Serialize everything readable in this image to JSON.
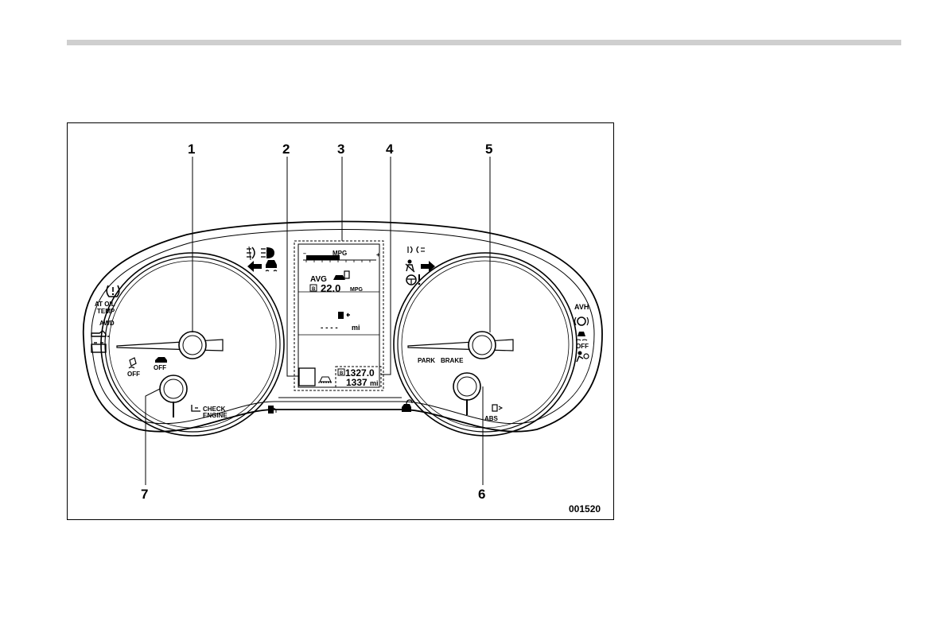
{
  "callouts": [
    {
      "id": "1",
      "label": "1"
    },
    {
      "id": "2",
      "label": "2"
    },
    {
      "id": "3",
      "label": "3"
    },
    {
      "id": "4",
      "label": "4"
    },
    {
      "id": "5",
      "label": "5"
    },
    {
      "id": "6",
      "label": "6"
    },
    {
      "id": "7",
      "label": "7"
    }
  ],
  "figure_code": "001520",
  "left_gauge": {
    "warning_labels": {
      "at_oil_temp_line1": "AT OIL",
      "at_oil_temp_line2": "TEMP",
      "awd": "AWD",
      "off_small": "OFF",
      "off_eyesight": "OFF",
      "check_engine_line1": "CHECK",
      "check_engine_line2": "ENGINE"
    }
  },
  "right_gauge": {
    "warning_labels": {
      "avh": "AVH",
      "off": "OFF",
      "park": "PARK",
      "brake": "BRAKE",
      "abs": "ABS"
    }
  },
  "lcd": {
    "mpg_bar_label": "MPG",
    "bar_minus": "–",
    "bar_plus": "+",
    "avg_label": "AVG",
    "avg_value": "22.0",
    "avg_unit": "MPG",
    "trip_marker": "B",
    "range_value": "- - - -",
    "range_unit": "mi",
    "trip_value": "1327.0",
    "odometer_value": "1337",
    "odometer_unit": "mi"
  },
  "icons": [
    "fog-light-icon",
    "headlight-icon",
    "turn-left-arrow-icon",
    "vehicle-dynamics-icon",
    "tire-pressure-icon",
    "oil-pressure-icon",
    "battery-icon",
    "eyesight-off-icon",
    "check-engine-icon",
    "low-fuel-icon",
    "parking-light-icon",
    "turn-right-arrow-icon",
    "seatbelt-icon",
    "power-steering-icon",
    "brake-hold-icon",
    "vdc-off-icon",
    "airbag-icon",
    "fuel-door-icon",
    "security-icon",
    "car-icon",
    "fuel-pump-icon"
  ]
}
